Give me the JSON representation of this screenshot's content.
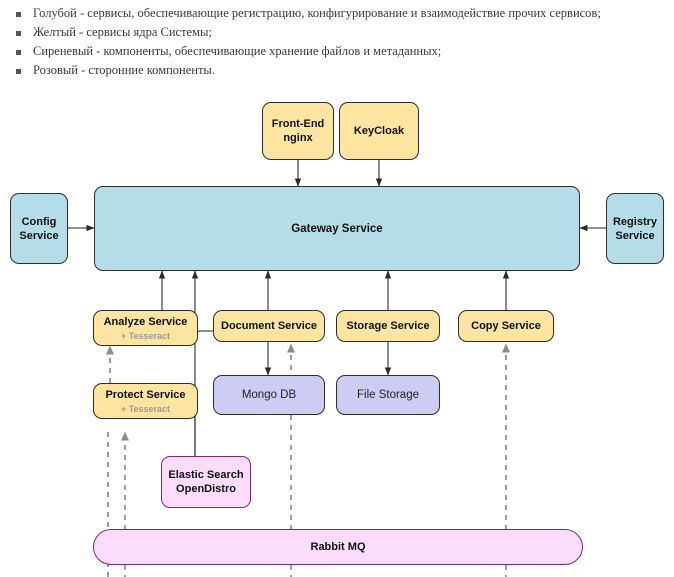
{
  "legend": {
    "items": [
      {
        "bullet": "square-bullet-icon",
        "text": "Голубой - сервисы, обеспечивающие регистрацию, конфигурирование и взаимодействие прочих сервисов;"
      },
      {
        "bullet": "square-bullet-icon",
        "text": "Желтый - сервисы ядра Системы;"
      },
      {
        "bullet": "square-bullet-icon",
        "text": "Сиреневый - компоненты, обеспечивающие хранение файлов и метаданных;"
      },
      {
        "bullet": "square-bullet-icon",
        "text": "Розовый - сторонние компоненты."
      }
    ]
  },
  "colors": {
    "blue": "#b5dde9",
    "yellow": "#fde4a0",
    "purple": "#ccccf5",
    "pink": "#fbddfb",
    "stroke": "#2d2d2d",
    "pink_stroke": "#7a2a7a",
    "solid_edge": "#4d4d4d",
    "dashed_edge": "#8c8c8c",
    "subtitle_gray": "#9a9a9a"
  },
  "diagram": {
    "type": "architecture-diagram",
    "nodes": [
      {
        "id": "frontend",
        "label": "Front-End",
        "label2": "nginx",
        "group": "yellow"
      },
      {
        "id": "keycloak",
        "label": "KeyCloak",
        "label2": "",
        "group": "yellow"
      },
      {
        "id": "config",
        "label": "Config",
        "label2": "Service",
        "group": "blue"
      },
      {
        "id": "gateway",
        "label": "Gateway Service",
        "label2": "",
        "group": "blue"
      },
      {
        "id": "registry",
        "label": "Registry",
        "label2": "Service",
        "group": "blue"
      },
      {
        "id": "analyze",
        "label": "Analyze Service",
        "sub": "+ Tesseract",
        "group": "yellow"
      },
      {
        "id": "document",
        "label": "Document Service",
        "label2": "",
        "group": "yellow"
      },
      {
        "id": "storage",
        "label": "Storage Service",
        "label2": "",
        "group": "yellow"
      },
      {
        "id": "copy",
        "label": "Copy Service",
        "label2": "",
        "group": "yellow"
      },
      {
        "id": "protect",
        "label": "Protect Service",
        "sub": "+ Tesseract",
        "group": "yellow"
      },
      {
        "id": "mongo",
        "label": "Mongo DB",
        "label2": "",
        "group": "purple"
      },
      {
        "id": "filestore",
        "label": "File Storage",
        "label2": "",
        "group": "purple"
      },
      {
        "id": "elastic",
        "label": "Elastic Search",
        "label2": "OpenDistro",
        "group": "pink"
      },
      {
        "id": "rabbit",
        "label": "Rabbit MQ",
        "label2": "",
        "group": "pink"
      }
    ],
    "edges": [
      {
        "from": "frontend",
        "to": "gateway",
        "style": "solid",
        "arrow": "end"
      },
      {
        "from": "keycloak",
        "to": "gateway",
        "style": "solid",
        "arrow": "end"
      },
      {
        "from": "config",
        "to": "gateway",
        "style": "solid",
        "arrow": "end"
      },
      {
        "from": "registry",
        "to": "gateway",
        "style": "solid",
        "arrow": "end"
      },
      {
        "from": "analyze",
        "to": "gateway",
        "style": "solid",
        "arrow": "end"
      },
      {
        "from": "document",
        "to": "gateway",
        "style": "solid",
        "arrow": "end"
      },
      {
        "from": "storage",
        "to": "gateway",
        "style": "solid",
        "arrow": "end"
      },
      {
        "from": "copy",
        "to": "gateway",
        "style": "solid",
        "arrow": "end"
      },
      {
        "from": "elastic",
        "to": "gateway",
        "style": "solid",
        "arrow": "end"
      },
      {
        "from": "elastic",
        "to": "protect",
        "style": "solid",
        "arrow": "none"
      },
      {
        "from": "elastic",
        "to": "document",
        "style": "solid",
        "arrow": "none"
      },
      {
        "from": "protect",
        "to": "analyze",
        "style": "dashed",
        "arrow": "end"
      },
      {
        "from": "document",
        "to": "mongo",
        "style": "solid",
        "arrow": "both"
      },
      {
        "from": "mongo",
        "to": "document",
        "style": "dashed",
        "arrow": "end"
      },
      {
        "from": "storage",
        "to": "filestore",
        "style": "solid",
        "arrow": "both"
      },
      {
        "from": "protect",
        "to": "rabbit",
        "style": "dashed",
        "arrow": "end"
      },
      {
        "from": "rabbit",
        "to": "protect",
        "style": "dashed",
        "arrow": "end"
      },
      {
        "from": "rabbit",
        "to": "mongo",
        "style": "dashed",
        "arrow": "end"
      },
      {
        "from": "rabbit",
        "to": "copy",
        "style": "dashed",
        "arrow": "both"
      }
    ]
  }
}
